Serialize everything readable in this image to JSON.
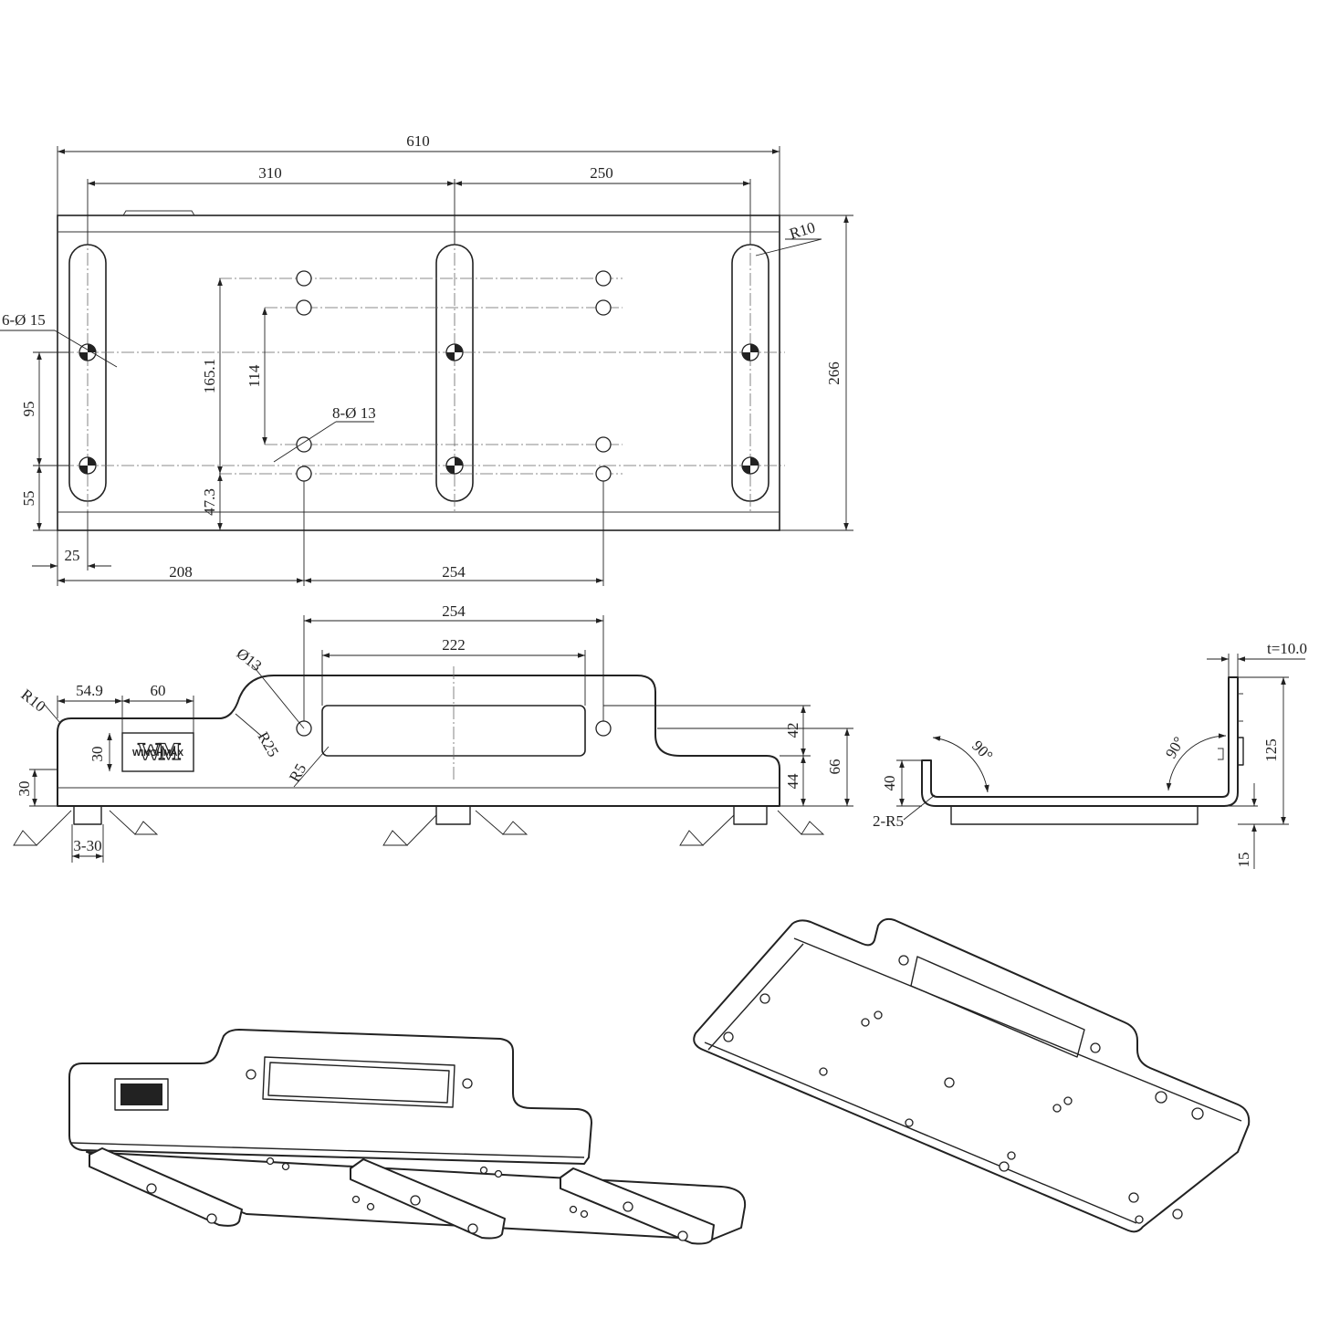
{
  "colors": {
    "line": "#222222",
    "background": "#ffffff",
    "center_line": "#666666"
  },
  "brand": {
    "logo_text": "WINCHMAX",
    "logo_mark": "WM"
  },
  "top_view": {
    "dims": {
      "overall_width": "610",
      "span_left": "310",
      "span_right": "250",
      "depth": "266",
      "corner_radius": "R10",
      "slot_holes": "6-Ø 15",
      "bolt_holes": "8-Ø 13",
      "v_95": "95",
      "v_55": "55",
      "v_165": "165.1",
      "v_114": "114",
      "v_47": "47.3",
      "h_25": "25",
      "h_208": "208",
      "h_254": "254"
    }
  },
  "front_view": {
    "dims": {
      "d_254": "254",
      "d_222": "222",
      "d_549": "54.9",
      "d_60": "60",
      "r10": "R10",
      "o13": "Ø13",
      "r25": "R25",
      "r5": "R5",
      "v_30_logo": "30",
      "v_30_base": "30",
      "v_42": "42",
      "v_44": "44",
      "v_66": "66",
      "feet": "3-30"
    }
  },
  "side_view": {
    "dims": {
      "thickness": "t=10.0",
      "angle_left": "90°",
      "angle_right": "90°",
      "v_40": "40",
      "v_125": "125",
      "v_15": "15",
      "bend_radius": "2-R5"
    }
  }
}
